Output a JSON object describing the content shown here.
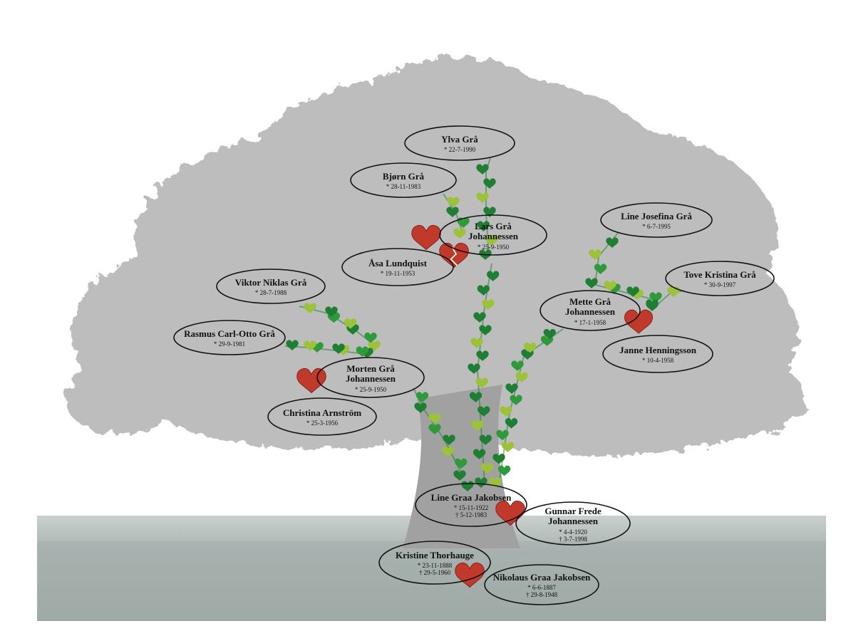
{
  "colors": {
    "background": "#ffffff",
    "tree_canopy": "#b9b9b9",
    "tree_trunk": "#9d9d9d",
    "ground": "#a6b0ad",
    "leaf_dark": "#1e7e34",
    "leaf_mid": "#2f9a3c",
    "leaf_light": "#9cc23a",
    "heart_red": "#c0392b",
    "ellipse_stroke": "#111111"
  },
  "people": [
    {
      "id": "ylva",
      "name": "Ylva Grå",
      "dates": [
        "* 22-7-1990"
      ]
    },
    {
      "id": "bjorn",
      "name": "Bjørn Grå",
      "dates": [
        "* 28-11-1983"
      ]
    },
    {
      "id": "lars",
      "name": "Lars Grå Johannessen",
      "dates": [
        "* 25-9-1950"
      ]
    },
    {
      "id": "asa",
      "name": "Åsa Lundquist",
      "dates": [
        "* 19-11-1953"
      ]
    },
    {
      "id": "line_josefina",
      "name": "Line Josefina Grå",
      "dates": [
        "* 6-7-1995"
      ]
    },
    {
      "id": "tove",
      "name": "Tove Kristina Grå",
      "dates": [
        "* 30-9-1997"
      ]
    },
    {
      "id": "mette",
      "name": "Mette Grå Johannessen",
      "dates": [
        "* 17-1-1958"
      ]
    },
    {
      "id": "janne",
      "name": "Janne Henningsson",
      "dates": [
        "* 10-4-1958"
      ]
    },
    {
      "id": "viktor",
      "name": "Viktor Niklas Grå",
      "dates": [
        "* 28-7-1988"
      ]
    },
    {
      "id": "rasmus",
      "name": "Rasmus Carl-Otto Grå",
      "dates": [
        "* 29-9-1981"
      ]
    },
    {
      "id": "morten",
      "name": "Morten Grå Johannessen",
      "dates": [
        "* 25-9-1950"
      ]
    },
    {
      "id": "christina",
      "name": "Christina Arnström",
      "dates": [
        "* 25-3-1956"
      ]
    },
    {
      "id": "line_graa",
      "name": "Line Graa Jakobsen",
      "dates": [
        "* 15-11-1922",
        "† 5-12-1983"
      ]
    },
    {
      "id": "gunnar",
      "name": "Gunnar Frede Johannessen",
      "dates": [
        "* 4-4-1920",
        "† 3-7-1998"
      ]
    },
    {
      "id": "kristine",
      "name": "Kristine Thorhauge",
      "dates": [
        "* 23-11-1888",
        "† 29-5-1960"
      ]
    },
    {
      "id": "nikolaus",
      "name": "Nikolaus Graa Jakobsen",
      "dates": [
        "* 6-6-1887",
        "† 29-8-1948"
      ]
    }
  ],
  "marriages": [
    {
      "id": "lars_asa",
      "partners": [
        "lars",
        "asa"
      ],
      "label": "",
      "broken": false
    },
    {
      "id": "lars_asa_2",
      "partners": [
        "lars",
        "asa"
      ],
      "label": "",
      "broken": true
    },
    {
      "id": "mette_janne",
      "partners": [
        "mette",
        "janne"
      ],
      "label": "",
      "broken": false
    },
    {
      "id": "morten_christina",
      "partners": [
        "morten",
        "christina"
      ],
      "label": "",
      "broken": false
    },
    {
      "id": "line_gunnar",
      "partners": [
        "line_graa",
        "gunnar"
      ],
      "label": "",
      "broken": false
    },
    {
      "id": "kristine_nikolaus",
      "partners": [
        "kristine",
        "nikolaus"
      ],
      "label": "",
      "broken": false
    }
  ],
  "descent": [
    {
      "from": "kristine_nikolaus",
      "to": "line_graa"
    },
    {
      "from": "line_gunnar",
      "to": "lars"
    },
    {
      "from": "line_gunnar",
      "to": "mette"
    },
    {
      "from": "line_gunnar",
      "to": "morten"
    },
    {
      "from": "lars_asa",
      "to": "ylva"
    },
    {
      "from": "lars_asa",
      "to": "bjorn"
    },
    {
      "from": "mette_janne",
      "to": "line_josefina"
    },
    {
      "from": "mette_janne",
      "to": "tove"
    },
    {
      "from": "morten_christina",
      "to": "viktor"
    },
    {
      "from": "morten_christina",
      "to": "rasmus"
    }
  ]
}
